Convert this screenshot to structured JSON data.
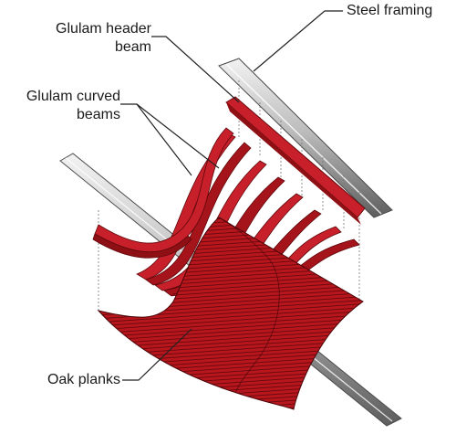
{
  "labels": {
    "steel_framing": "Steel framing",
    "glulam_header_beam_line1": "Glulam header",
    "glulam_header_beam_line2": "beam",
    "glulam_curved_beams_line1": "Glulam curved",
    "glulam_curved_beams_line2": "beams",
    "oak_planks": "Oak planks"
  },
  "colors": {
    "beam_red": "#c8202a",
    "beam_dark": "#8e1015",
    "plank_red": "#b8161d",
    "steel_light": "#d6d6d6",
    "steel_dark": "#6e6e6e",
    "leader_line": "#222222"
  }
}
